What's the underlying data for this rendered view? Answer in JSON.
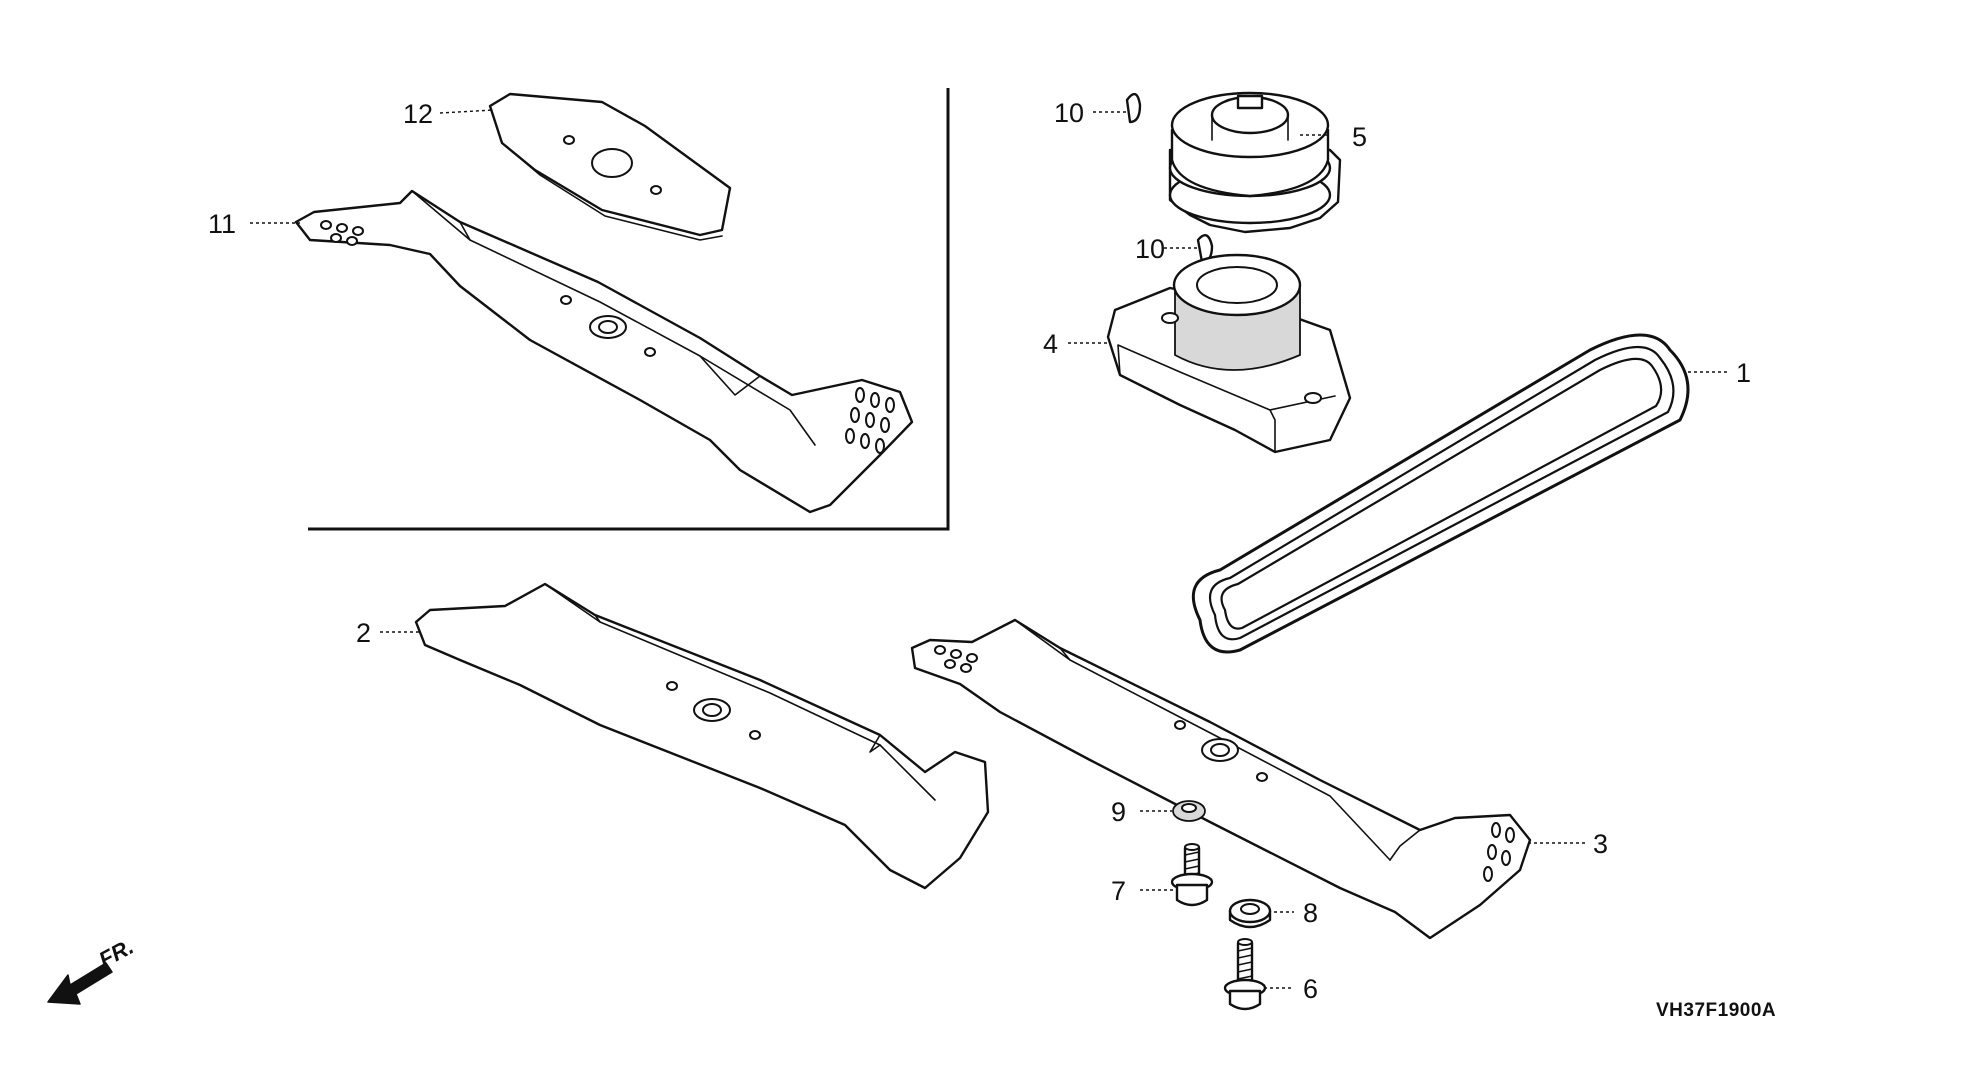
{
  "diagram": {
    "drawing_code": "VH37F1900A",
    "direction_label": "FR.",
    "callouts": [
      "1",
      "2",
      "3",
      "4",
      "5",
      "6",
      "7",
      "8",
      "9",
      "10",
      "10",
      "11",
      "12"
    ]
  }
}
